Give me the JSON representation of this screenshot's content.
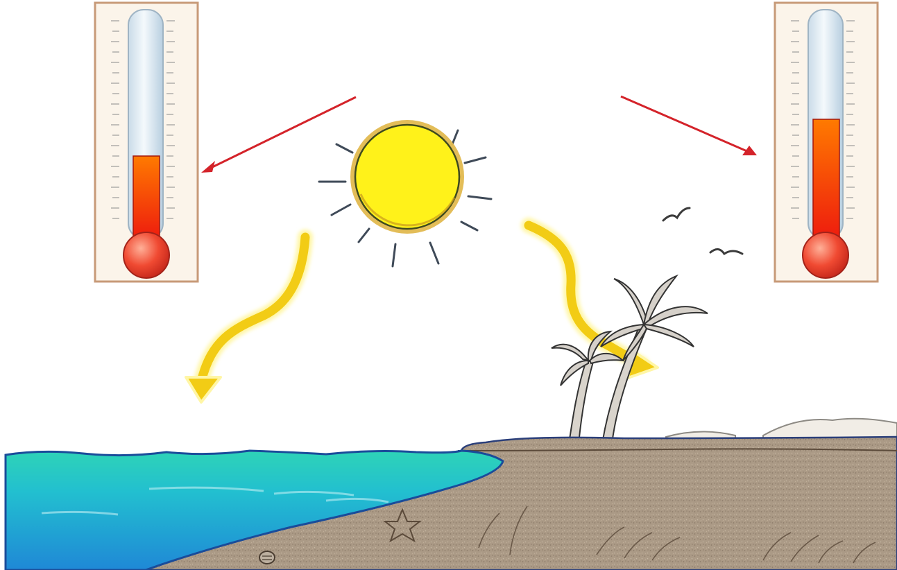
{
  "scene": {
    "background_color": "#ffffff",
    "sun": {
      "icon": "sun-icon",
      "fill": "#fff21a",
      "rim": "#c99a1e"
    },
    "ray_arrows": {
      "icon": "sunray-arrow-icon",
      "color": "#f2cc15",
      "glow": "#fff6a6",
      "count": 2
    },
    "pointer_arrows": {
      "icon": "red-arrow-icon",
      "color": "#d4232a",
      "count": 2
    },
    "thermometers": [
      {
        "id": "water",
        "icon": "thermometer-icon",
        "level_fraction": 0.36,
        "mercury_top": "#ff7a00",
        "mercury_bottom": "#ee1c0e"
      },
      {
        "id": "land",
        "icon": "thermometer-icon",
        "level_fraction": 0.52,
        "mercury_top": "#ff7a00",
        "mercury_bottom": "#ee1c0e"
      }
    ],
    "sea": {
      "icon": "sea-water",
      "top": "#2ed3b7",
      "bottom": "#1f88d6",
      "outline": "#1a4c9a"
    },
    "beach": {
      "icon": "sandy-beach",
      "color": "#ab9a86",
      "dark": "#7d6d5c"
    },
    "palm_trees": {
      "icon": "palm-tree-icon",
      "count": 2
    },
    "birds": {
      "icon": "bird-icon",
      "count": 2
    },
    "starfish": {
      "icon": "starfish-icon"
    },
    "shell": {
      "icon": "shell-icon"
    }
  }
}
